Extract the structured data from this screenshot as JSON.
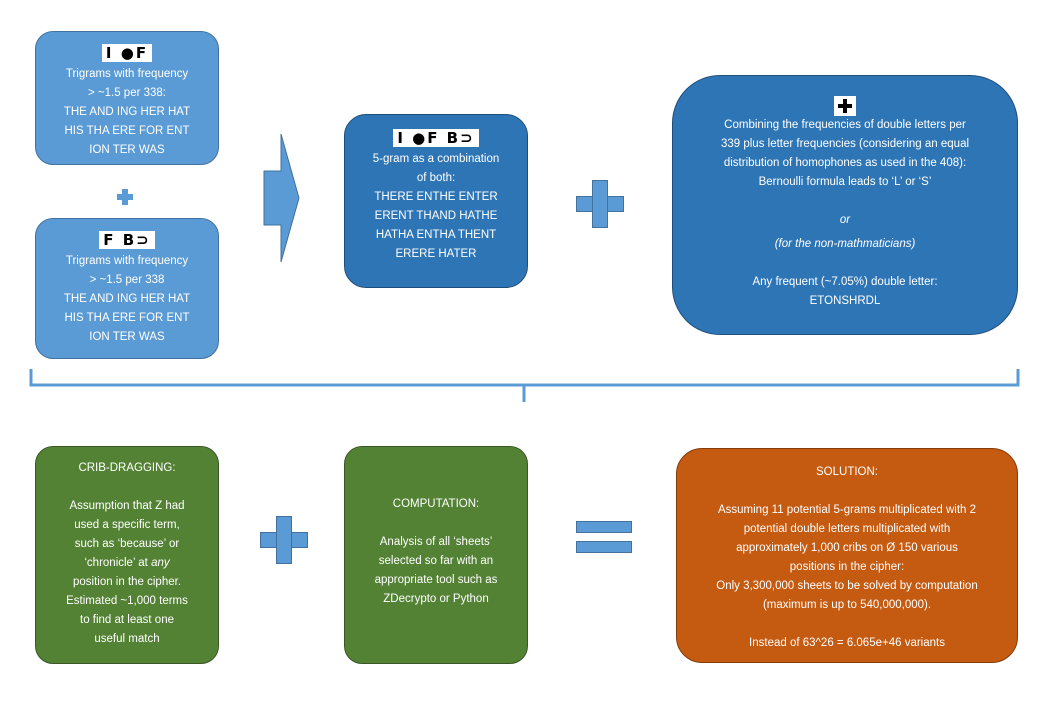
{
  "box_a": {
    "cipher": "I ●F",
    "lines": [
      "Trigrams with frequency",
      "> ~1.5 per 338:",
      "THE AND ING HER HAT",
      "HIS THA ERE FOR ENT",
      "ION TER WAS"
    ]
  },
  "box_b": {
    "cipher": "F B⊃",
    "lines": [
      "Trigrams with frequency",
      "> ~1.5 per 338",
      "THE AND ING HER HAT",
      "HIS THA ERE FOR ENT",
      "ION TER WAS"
    ]
  },
  "box_c": {
    "cipher": "I ●F B⊃",
    "lines": [
      "5-gram as a combination",
      "of both:",
      "THERE ENTHE ENTER",
      "ERENT THAND HATHE",
      "HATHA ENTHA THENT",
      "ERERE HATER"
    ]
  },
  "box_d": {
    "lines": [
      "Combining the frequencies of double letters per",
      "339 plus letter frequencies (considering an equal",
      "distribution of homophones as used in the 408):",
      "Bernoulli formula leads to ‘L’ or ‘S’"
    ],
    "or": "or",
    "alt": "(for the non-mathmaticians)",
    "lines2": [
      "Any frequent (~7.05%) double letter:",
      "ETONSHRDL"
    ]
  },
  "box_e": {
    "title": "CRIB-DRAGGING:",
    "l1": "Assumption that Z had",
    "l2": "used a specific term,",
    "l3": "such as ‘because’ or",
    "l4a": "‘chronicle’ at ",
    "l4b": "any",
    "l5": "position in the cipher.",
    "l6": "Estimated ~1,000 terms",
    "l7": "to find at least one",
    "l8": "useful match"
  },
  "box_f": {
    "title": "COMPUTATION:",
    "lines": [
      "Analysis of all ‘sheets’",
      "selected so far with an",
      "appropriate tool such as",
      "ZDecrypto or Python"
    ]
  },
  "box_g": {
    "title": "SOLUTION:",
    "lines": [
      "Assuming 11 potential 5-grams multiplicated with 2",
      "potential double letters multiplicated with",
      "approximately 1,000 cribs on Ø 150 various",
      "positions in the cipher:",
      "Only 3,300,000 sheets to be solved by computation",
      "(maximum is up to 540,000,000)."
    ],
    "last": "Instead of 63^26 = 6.065e+46 variants"
  },
  "colors": {
    "light_blue": "#5b9bd5",
    "mid_blue": "#2e75b6",
    "green": "#548235",
    "orange": "#c55a11"
  }
}
